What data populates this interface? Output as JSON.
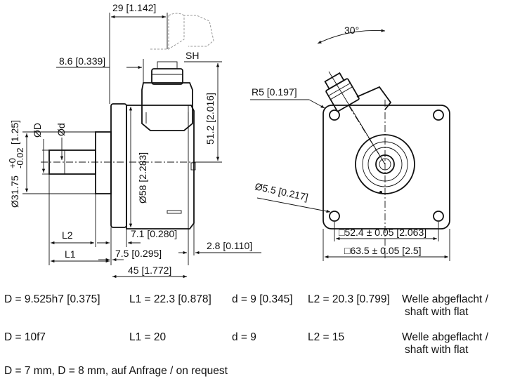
{
  "dims": {
    "w29": "29 [1.142]",
    "sh": "SH",
    "w86": "8.6 [0.339]",
    "h512": "51.2 [2.016]",
    "dD": "ØD",
    "dd": "Ød",
    "d3175_a": "Ø31.75",
    "d3175_tol_up": "+0",
    "d3175_tol_dn": "-0.02",
    "d3175_b": "[1.25]",
    "d58": "Ø58 [2.283]",
    "w71": "7.1 [0.280]",
    "w75": "7.5 [0.295]",
    "w28": "2.8 [0.110]",
    "w45": "45 [1.772]",
    "l2": "L2",
    "l1": "L1",
    "ang30": "30°",
    "r5": "R5 [0.197]",
    "d55": "Ø5.5 [0.217]",
    "sq524": "□52.4 ± 0.05 [2.063]",
    "sq635": "□63.5 ± 0.05 [2.5]"
  },
  "specs": {
    "row1": {
      "D": "D = 9.525h7 [0.375]",
      "L1": "L1 = 22.3 [0.878]",
      "d": "d = 9 [0.345]",
      "L2": "L2 = 20.3 [0.799]",
      "shaft_de": "Welle abgeflacht /",
      "shaft_en": "shaft with flat"
    },
    "row2": {
      "D": "D = 10f7",
      "L1": "L1 = 20",
      "d": "d = 9",
      "L2": "L2 = 15",
      "shaft_de": "Welle abgeflacht /",
      "shaft_en": "shaft with flat"
    },
    "note": "D = 7 mm, D = 8 mm, auf Anfrage / on request"
  }
}
